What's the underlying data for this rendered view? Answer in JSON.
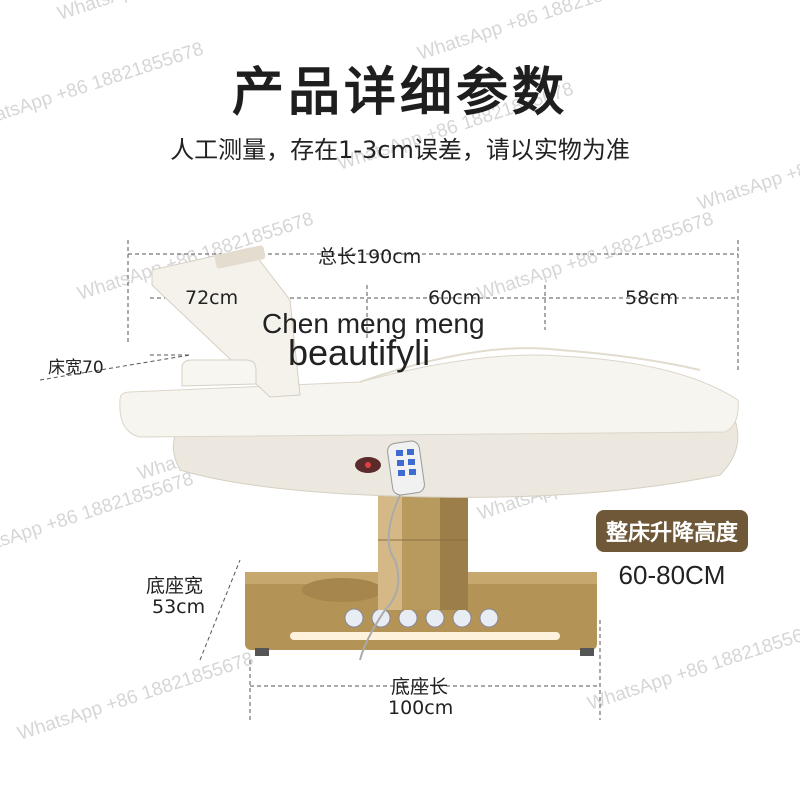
{
  "header": {
    "title": "产品详细参数",
    "subtitle": "人工测量，存在1-3cm误差，请以实物为准"
  },
  "dimensions": {
    "total_length": "总长190cm",
    "seg_head": "72cm",
    "seg_mid": "60cm",
    "seg_foot": "58cm",
    "bed_width": "床宽70",
    "base_width_label": "底座宽",
    "base_width_value": "53cm",
    "base_length_label": "底座长",
    "base_length_value": "100cm"
  },
  "brand": {
    "line1": "Chen meng meng",
    "line2": "beautifyli"
  },
  "height": {
    "badge": "整床升降高度",
    "range": "60-80CM"
  },
  "watermark": {
    "text": "WhatsApp +86 18821855678"
  },
  "colors": {
    "badge_bg": "#6e5838",
    "gold": "#b8995e",
    "upholstery": "#f4f1ea"
  }
}
